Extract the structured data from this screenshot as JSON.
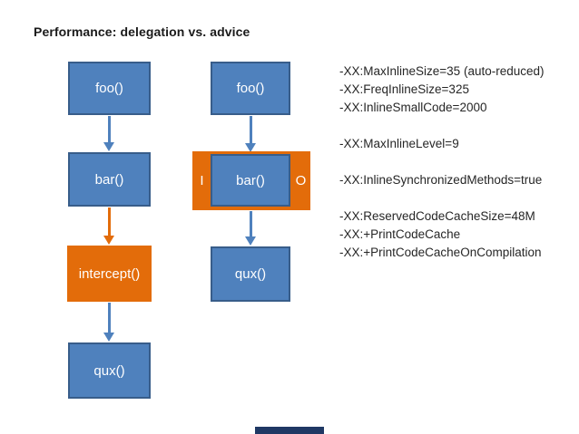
{
  "title": "Performance: delegation vs. advice",
  "colors": {
    "box_blue_fill": "#4f81bd",
    "box_blue_border": "#385d8a",
    "orange": "#e36c0a",
    "arrow_blue": "#4f81bd",
    "flag_text": "#262626",
    "node_text": "#ffffff",
    "footer_bar": "#1f3864"
  },
  "delegation_chain": {
    "nodes": {
      "foo": "foo()",
      "bar": "bar()",
      "intercept": "intercept()",
      "qux": "qux()"
    }
  },
  "advice_chain": {
    "nodes": {
      "foo": "foo()",
      "bar": "bar()",
      "qux": "qux()"
    },
    "in_label": "I",
    "out_label": "O"
  },
  "flags": {
    "lines": [
      "-XX:MaxInlineSize=35 (auto-reduced)",
      "-XX:FreqInlineSize=325",
      "-XX:InlineSmallCode=2000",
      "",
      "-XX:MaxInlineLevel=9",
      "",
      "-XX:InlineSynchronizedMethods=true",
      "",
      "-XX:ReservedCodeCacheSize=48M",
      "-XX:+PrintCodeCache",
      "-XX:+PrintCodeCacheOnCompilation"
    ]
  }
}
